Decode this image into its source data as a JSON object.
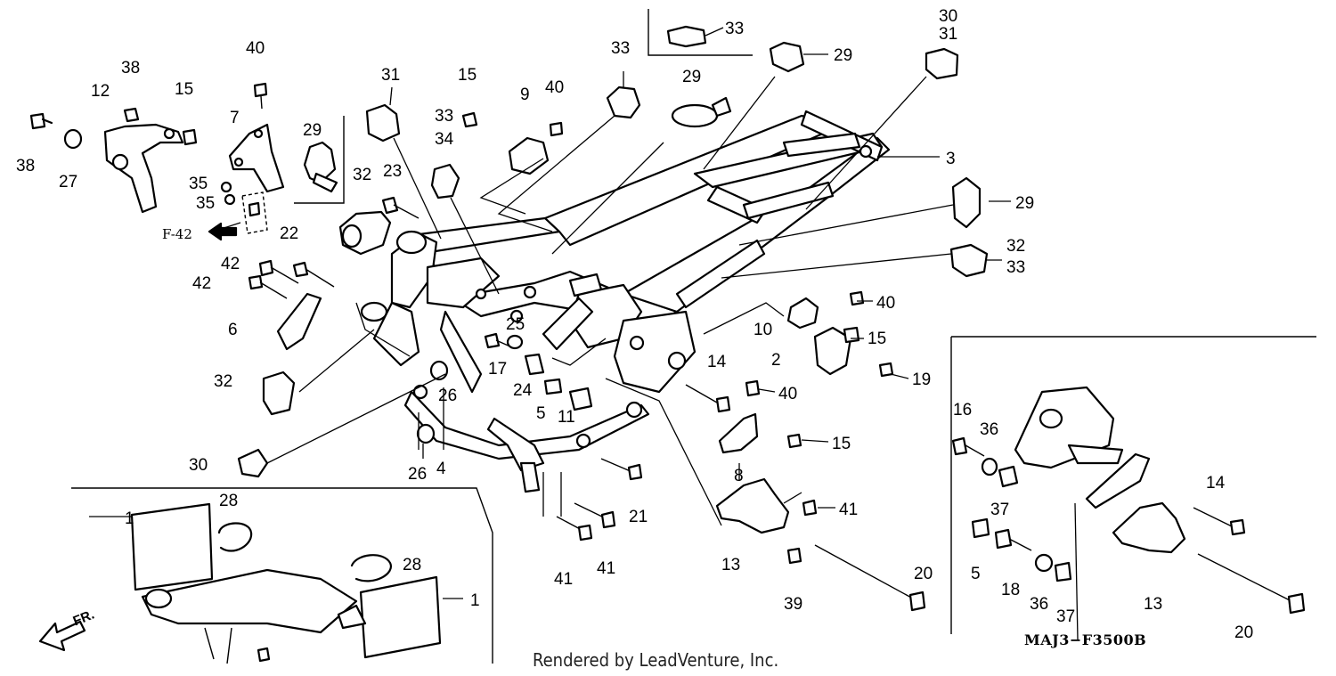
{
  "diagram": {
    "drawing_code": "MAJ3−F3500B",
    "credit": "Rendered by LeadVenture, Inc.",
    "reference": "F-42",
    "front_label": "FR.",
    "callouts": [
      {
        "id": "c38a",
        "text": "38",
        "part": "bolt-left"
      },
      {
        "id": "c27",
        "text": "27",
        "part": "nut-left"
      },
      {
        "id": "c12",
        "text": "12",
        "part": "front-bracket"
      },
      {
        "id": "c38b",
        "text": "38",
        "part": "bolt-top"
      },
      {
        "id": "c15a",
        "text": "15",
        "part": "bolt-bracket"
      },
      {
        "id": "c7",
        "text": "7",
        "part": "stay-plate"
      },
      {
        "id": "c40a",
        "text": "40",
        "part": "bolt-40"
      },
      {
        "id": "c29a",
        "text": "29",
        "part": "clamp-left"
      },
      {
        "id": "c35a",
        "text": "35",
        "part": "screw-35"
      },
      {
        "id": "c35b",
        "text": "35",
        "part": "screw-35b"
      },
      {
        "id": "c31a",
        "text": "31",
        "part": "holder-31"
      },
      {
        "id": "c32a",
        "text": "32",
        "part": "holder-32"
      },
      {
        "id": "c23",
        "text": "23",
        "part": "bolt-23"
      },
      {
        "id": "c22",
        "text": "22",
        "part": "bolt-22"
      },
      {
        "id": "c42a",
        "text": "42",
        "part": "bolt-42a"
      },
      {
        "id": "c42b",
        "text": "42",
        "part": "bolt-42b"
      },
      {
        "id": "c6",
        "text": "6",
        "part": "bracket-6"
      },
      {
        "id": "c32b",
        "text": "32",
        "part": "holder-32b"
      },
      {
        "id": "c30a",
        "text": "30",
        "part": "clip-30"
      },
      {
        "id": "c15b",
        "text": "15",
        "part": "bolt-15b"
      },
      {
        "id": "c33a",
        "text": "33",
        "part": "bolt-33"
      },
      {
        "id": "c34",
        "text": "34",
        "part": "clamp-34"
      },
      {
        "id": "c9",
        "text": "9",
        "part": "plate-9"
      },
      {
        "id": "c40b",
        "text": "40",
        "part": "bolt-40b"
      },
      {
        "id": "c33b",
        "text": "33",
        "part": "clamp-33"
      },
      {
        "id": "c33c",
        "text": "33",
        "part": "clamp-33-inset"
      },
      {
        "id": "c29b",
        "text": "29",
        "part": "band-29"
      },
      {
        "id": "c29c",
        "text": "29",
        "part": "clamp-29-top"
      },
      {
        "id": "c30b",
        "text": "30",
        "part": "clip-30-top"
      },
      {
        "id": "c31b",
        "text": "31",
        "part": "holder-31-top"
      },
      {
        "id": "c3",
        "text": "3",
        "part": "frame-body"
      },
      {
        "id": "c29d",
        "text": "29",
        "part": "clamp-29-right"
      },
      {
        "id": "c32c",
        "text": "32",
        "part": "holder-32-right"
      },
      {
        "id": "c33d",
        "text": "33",
        "part": "clamp-33-right"
      },
      {
        "id": "c25",
        "text": "25",
        "part": "collar-25"
      },
      {
        "id": "c17",
        "text": "17",
        "part": "bolt-17"
      },
      {
        "id": "c24",
        "text": "24",
        "part": "collar-24"
      },
      {
        "id": "c5a",
        "text": "5",
        "part": "bolt-5"
      },
      {
        "id": "c11",
        "text": "11",
        "part": "collar-11"
      },
      {
        "id": "c26a",
        "text": "26",
        "part": "nut-26"
      },
      {
        "id": "c26b",
        "text": "26",
        "part": "nut-26b"
      },
      {
        "id": "c4",
        "text": "4",
        "part": "subframe"
      },
      {
        "id": "c40c",
        "text": "40",
        "part": "bolt-40c"
      },
      {
        "id": "c10",
        "text": "10",
        "part": "plate-10"
      },
      {
        "id": "c15c",
        "text": "15",
        "part": "bolt-15c"
      },
      {
        "id": "c2",
        "text": "2",
        "part": "bracket-2"
      },
      {
        "id": "c19",
        "text": "19",
        "part": "bolt-19"
      },
      {
        "id": "c14a",
        "text": "14",
        "part": "bolt-14"
      },
      {
        "id": "c40d",
        "text": "40",
        "part": "bolt-40d"
      },
      {
        "id": "c15d",
        "text": "15",
        "part": "bolt-15d"
      },
      {
        "id": "c8",
        "text": "8",
        "part": "stay-8"
      },
      {
        "id": "c21",
        "text": "21",
        "part": "bolt-21"
      },
      {
        "id": "c41a",
        "text": "41",
        "part": "bolt-41a"
      },
      {
        "id": "c41b",
        "text": "41",
        "part": "bolt-41b"
      },
      {
        "id": "c41c",
        "text": "41",
        "part": "bolt-41c"
      },
      {
        "id": "c13a",
        "text": "13",
        "part": "footpeg-13"
      },
      {
        "id": "c20a",
        "text": "20",
        "part": "bolt-20"
      },
      {
        "id": "c39",
        "text": "39",
        "part": "bolt-39"
      },
      {
        "id": "c1a",
        "text": "1",
        "part": "label-1"
      },
      {
        "id": "c28a",
        "text": "28",
        "part": "band-28"
      },
      {
        "id": "c28b",
        "text": "28",
        "part": "band-28b"
      },
      {
        "id": "c1b",
        "text": "1",
        "part": "label-1b"
      },
      {
        "id": "c16",
        "text": "16",
        "part": "bolt-16"
      },
      {
        "id": "c36a",
        "text": "36",
        "part": "washer-36"
      },
      {
        "id": "c37a",
        "text": "37",
        "part": "collar-37"
      },
      {
        "id": "c5b",
        "text": "5",
        "part": "bolt-5b"
      },
      {
        "id": "c18",
        "text": "18",
        "part": "bolt-18"
      },
      {
        "id": "c36b",
        "text": "36",
        "part": "washer-36b"
      },
      {
        "id": "c37b",
        "text": "37",
        "part": "collar-37b"
      },
      {
        "id": "c13b",
        "text": "13",
        "part": "footpeg-13b"
      },
      {
        "id": "c14b",
        "text": "14",
        "part": "bolt-14b"
      },
      {
        "id": "c20b",
        "text": "20",
        "part": "bolt-20b"
      }
    ]
  }
}
